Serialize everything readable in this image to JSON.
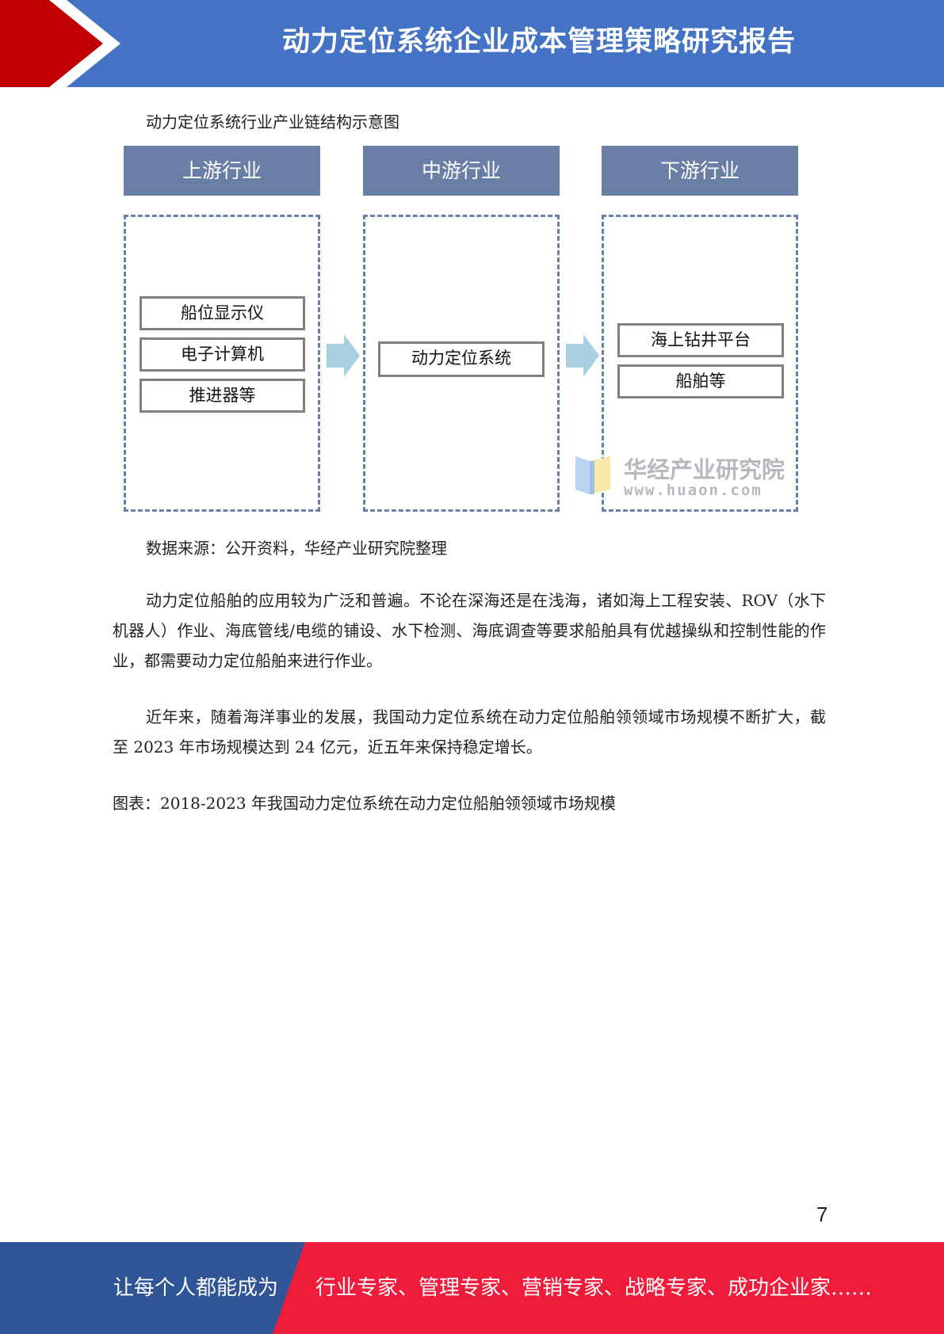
{
  "header": {
    "title": "动力定位系统企业成本管理策略研究报告",
    "colors": {
      "band": "#4472c4",
      "chevron": "#c00000"
    }
  },
  "figure": {
    "caption": "动力定位系统行业产业链结构示意图",
    "stages": [
      {
        "label": "上游行业",
        "items": [
          "船位显示仪",
          "电子计算机",
          "推进器等"
        ]
      },
      {
        "label": "中游行业",
        "items": [
          "动力定位系统"
        ]
      },
      {
        "label": "下游行业",
        "items": [
          "海上钻井平台",
          "船舶等"
        ]
      }
    ],
    "watermark": {
      "name": "华经产业研究院",
      "url": "www.huaon.com"
    },
    "source": "数据来源：公开资料，华经产业研究院整理"
  },
  "body": {
    "paragraph1": "动力定位船舶的应用较为广泛和普遍。不论在深海还是在浅海，诸如海上工程安装、ROV（水下机器人）作业、海底管线/电缆的铺设、水下检测、海底调查等要求船舶具有优越操纵和控制性能的作业，都需要动力定位船舶来进行作业。",
    "paragraph2": "近年来，随着海洋事业的发展，我国动力定位系统在动力定位船舶领领域市场规模不断扩大，截至 2023 年市场规模达到 24 亿元，近五年来保持稳定增长。",
    "chart_caption": "图表：2018-2023 年我国动力定位系统在动力定位船舶领领域市场规模"
  },
  "page_number": "7",
  "footer": {
    "left_text": "让每个人都能成为",
    "right_text": "行业专家、管理专家、营销专家、战略专家、成功企业家……",
    "colors": {
      "left": "#2f5597",
      "right": "#ef1d3b"
    }
  }
}
